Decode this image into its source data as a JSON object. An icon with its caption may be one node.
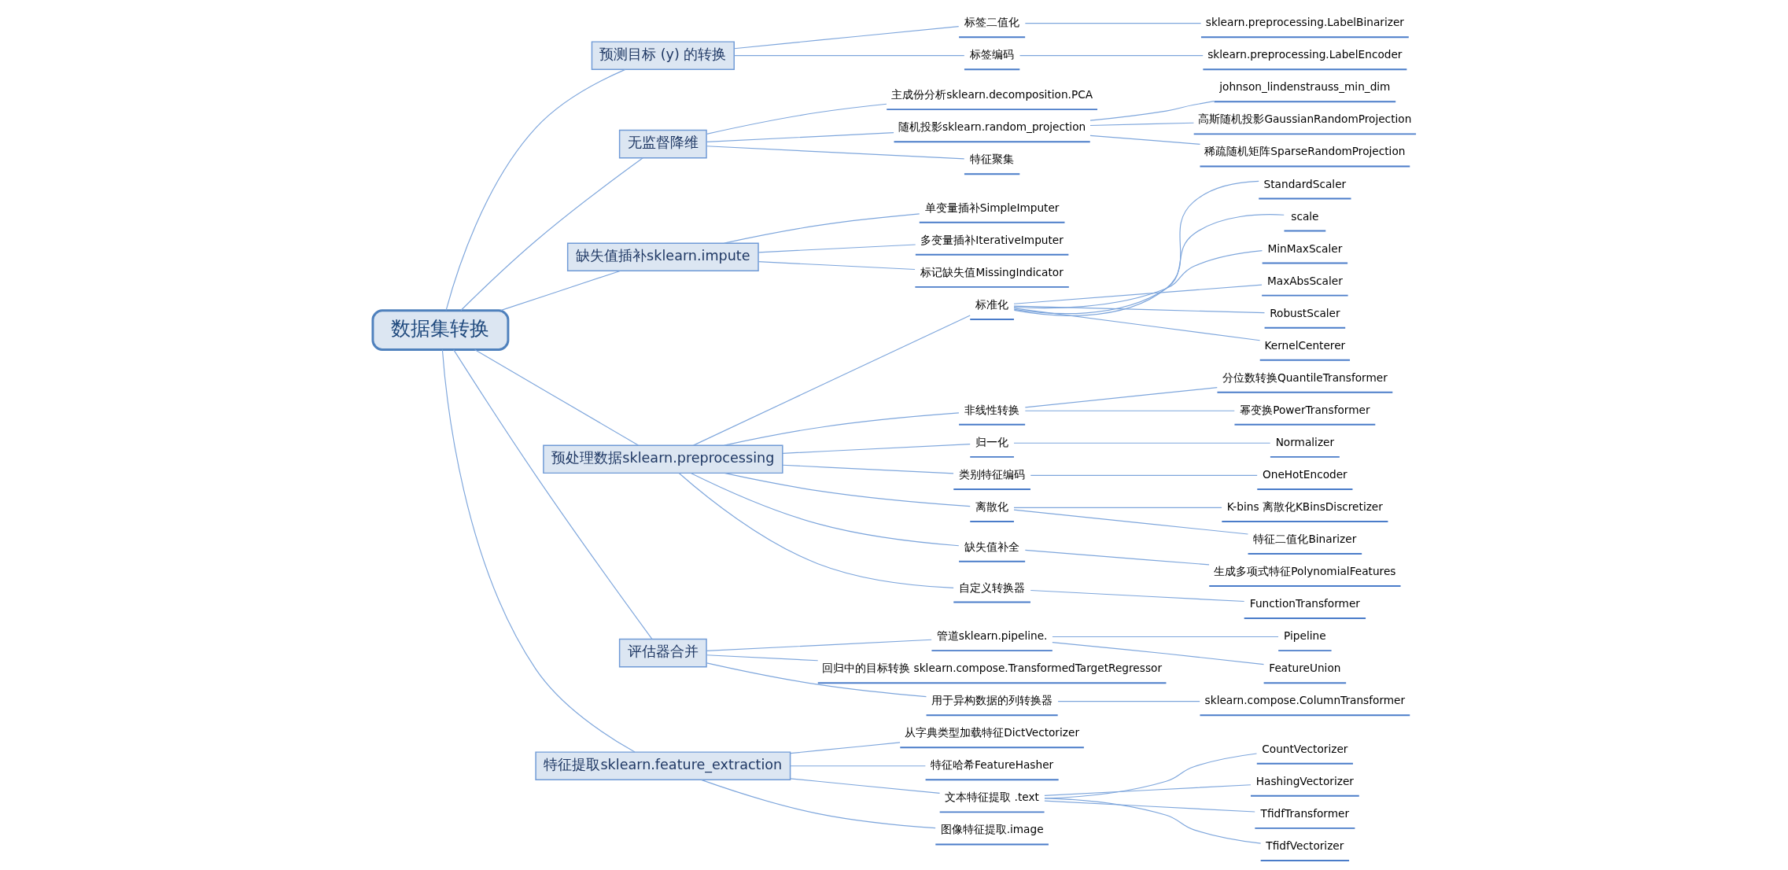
{
  "diagram": {
    "nodes": [
      {
        "text": [
          "数据集转换"
        ]
      },
      {
        "text": [
          "预测目标 (y) 的转换"
        ]
      },
      {
        "text": [
          "标签二值化"
        ]
      },
      {
        "text": [
          "sklearn.preprocessing.LabelBinarizer"
        ]
      },
      {
        "text": [
          "标签编码"
        ]
      },
      {
        "text": [
          "sklearn.preprocessing.LabelEncoder"
        ]
      },
      {
        "text": [
          "无监督降维"
        ]
      },
      {
        "text": [
          "主成份分析sklearn.decomposition.PCA"
        ]
      },
      {
        "text": [
          "随机投影sklearn.random_projection"
        ]
      },
      {
        "text": [
          "johnson_lindenstrauss_min_dim"
        ]
      },
      {
        "text": [
          "高斯随机投影GaussianRandomProjection"
        ]
      },
      {
        "text": [
          "稀疏随机矩阵SparseRandomProjection"
        ]
      },
      {
        "text": [
          "特征聚集"
        ]
      },
      {
        "text": [
          "缺失值插补sklearn.impute"
        ]
      },
      {
        "text": [
          "单变量插补SimpleImputer"
        ]
      },
      {
        "text": [
          "多变量插补IterativeImputer"
        ]
      },
      {
        "text": [
          "标记缺失值MissingIndicator"
        ]
      },
      {
        "text": [
          "预处理数据sklearn.preprocessing"
        ]
      },
      {
        "text": [
          "标准化"
        ]
      },
      {
        "text": [
          "StandardScaler"
        ]
      },
      {
        "text": [
          "scale"
        ]
      },
      {
        "text": [
          "MinMaxScaler"
        ]
      },
      {
        "text": [
          "MaxAbsScaler"
        ]
      },
      {
        "text": [
          "RobustScaler"
        ]
      },
      {
        "text": [
          "KernelCenterer"
        ]
      },
      {
        "text": [
          "非线性转换"
        ]
      },
      {
        "text": [
          "分位数转换QuantileTransformer"
        ]
      },
      {
        "text": [
          "幂变换PowerTransformer"
        ]
      },
      {
        "text": [
          "归一化"
        ]
      },
      {
        "text": [
          "Normalizer"
        ]
      },
      {
        "text": [
          "类别特征编码"
        ]
      },
      {
        "text": [
          "OneHotEncoder"
        ]
      },
      {
        "text": [
          "离散化"
        ]
      },
      {
        "text": [
          "K-bins 离散化KBinsDiscretizer"
        ]
      },
      {
        "text": [
          "特征二值化Binarizer"
        ]
      },
      {
        "text": [
          "缺失值补全"
        ]
      },
      {
        "text": [
          "生成多项式特征PolynomialFeatures"
        ]
      },
      {
        "text": [
          "自定义转换器"
        ]
      },
      {
        "text": [
          "FunctionTransformer"
        ]
      },
      {
        "text": [
          "评估器合并"
        ]
      },
      {
        "text": [
          "管道sklearn.pipeline."
        ]
      },
      {
        "text": [
          "Pipeline"
        ]
      },
      {
        "text": [
          "FeatureUnion"
        ]
      },
      {
        "text": [
          "回归中的目标转换 sklearn.compose.TransformedTargetRegressor"
        ]
      },
      {
        "text": [
          "用于异构数据的列转换器"
        ]
      },
      {
        "text": [
          "sklearn.compose.ColumnTransformer"
        ]
      },
      {
        "text": [
          "特征提取sklearn.feature_extraction"
        ]
      },
      {
        "text": [
          "从字典类型加载特征DictVectorizer"
        ]
      },
      {
        "text": [
          "特征哈希FeatureHasher"
        ]
      },
      {
        "text": [
          "文本特征提取 .text"
        ]
      },
      {
        "text": [
          "CountVectorizer"
        ]
      },
      {
        "text": [
          "HashingVectorizer"
        ]
      },
      {
        "text": [
          "TfidfTransformer"
        ]
      },
      {
        "text": [
          "TfidfVectorizer"
        ]
      },
      {
        "text": [
          "图像特征提取.image"
        ]
      }
    ],
    "edges": [
      {
        "from": 0,
        "to": 1,
        "arrow": "none"
      },
      {
        "from": 1,
        "to": 2,
        "arrow": "none"
      },
      {
        "from": 2,
        "to": 3,
        "arrow": "none"
      },
      {
        "from": 1,
        "to": 4,
        "arrow": "none"
      },
      {
        "from": 4,
        "to": 5,
        "arrow": "none"
      },
      {
        "from": 0,
        "to": 6,
        "arrow": "none"
      },
      {
        "from": 6,
        "to": 7,
        "arrow": "none"
      },
      {
        "from": 6,
        "to": 8,
        "arrow": "none"
      },
      {
        "from": 8,
        "to": 9,
        "arrow": "none"
      },
      {
        "from": 8,
        "to": 10,
        "arrow": "none"
      },
      {
        "from": 8,
        "to": 11,
        "arrow": "none"
      },
      {
        "from": 6,
        "to": 12,
        "arrow": "none"
      },
      {
        "from": 0,
        "to": 13,
        "arrow": "none"
      },
      {
        "from": 13,
        "to": 14,
        "arrow": "none"
      },
      {
        "from": 13,
        "to": 15,
        "arrow": "none"
      },
      {
        "from": 13,
        "to": 16,
        "arrow": "none"
      },
      {
        "from": 0,
        "to": 17,
        "arrow": "none"
      },
      {
        "from": 17,
        "to": 18,
        "arrow": "none"
      },
      {
        "from": 18,
        "to": 19,
        "arrow": "none"
      },
      {
        "from": 18,
        "to": 20,
        "arrow": "none"
      },
      {
        "from": 18,
        "to": 21,
        "arrow": "none"
      },
      {
        "from": 18,
        "to": 22,
        "arrow": "none"
      },
      {
        "from": 18,
        "to": 23,
        "arrow": "none"
      },
      {
        "from": 18,
        "to": 24,
        "arrow": "none"
      },
      {
        "from": 17,
        "to": 25,
        "arrow": "none"
      },
      {
        "from": 25,
        "to": 26,
        "arrow": "none"
      },
      {
        "from": 25,
        "to": 27,
        "arrow": "none"
      },
      {
        "from": 17,
        "to": 28,
        "arrow": "none"
      },
      {
        "from": 28,
        "to": 29,
        "arrow": "none"
      },
      {
        "from": 17,
        "to": 30,
        "arrow": "none"
      },
      {
        "from": 30,
        "to": 31,
        "arrow": "none"
      },
      {
        "from": 17,
        "to": 32,
        "arrow": "none"
      },
      {
        "from": 32,
        "to": 33,
        "arrow": "none"
      },
      {
        "from": 32,
        "to": 34,
        "arrow": "none"
      },
      {
        "from": 17,
        "to": 35,
        "arrow": "none"
      },
      {
        "from": 35,
        "to": 36,
        "arrow": "none"
      },
      {
        "from": 17,
        "to": 37,
        "arrow": "none"
      },
      {
        "from": 37,
        "to": 38,
        "arrow": "none"
      },
      {
        "from": 0,
        "to": 39,
        "arrow": "none"
      },
      {
        "from": 39,
        "to": 40,
        "arrow": "none"
      },
      {
        "from": 40,
        "to": 41,
        "arrow": "none"
      },
      {
        "from": 40,
        "to": 42,
        "arrow": "none"
      },
      {
        "from": 39,
        "to": 43,
        "arrow": "none"
      },
      {
        "from": 39,
        "to": 44,
        "arrow": "none"
      },
      {
        "from": 44,
        "to": 45,
        "arrow": "none"
      },
      {
        "from": 0,
        "to": 46,
        "arrow": "none"
      },
      {
        "from": 46,
        "to": 47,
        "arrow": "none"
      },
      {
        "from": 46,
        "to": 48,
        "arrow": "none"
      },
      {
        "from": 46,
        "to": 49,
        "arrow": "none"
      },
      {
        "from": 49,
        "to": 50,
        "arrow": "none"
      },
      {
        "from": 49,
        "to": 51,
        "arrow": "none"
      },
      {
        "from": 49,
        "to": 52,
        "arrow": "none"
      },
      {
        "from": 49,
        "to": 53,
        "arrow": "none"
      },
      {
        "from": 46,
        "to": 54,
        "arrow": "none"
      }
    ]
  }
}
